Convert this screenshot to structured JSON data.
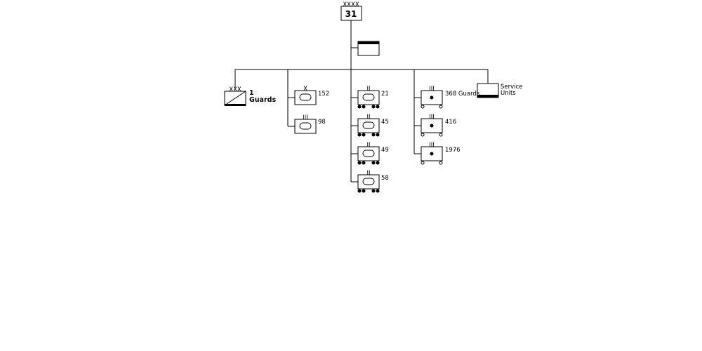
{
  "headquarters": {
    "echelon": "XXXX",
    "label": "31"
  },
  "staff": {
    "label": ""
  },
  "cavalry": {
    "echelon": "XXX",
    "number": "1",
    "name": "Guards"
  },
  "service": {
    "line1": "Service",
    "line2": "Units"
  },
  "armor_units": [
    {
      "echelon": "X",
      "label": "152"
    },
    {
      "echelon": "III",
      "label": "98"
    }
  ],
  "tank_units": [
    {
      "echelon": "II",
      "label": "21"
    },
    {
      "echelon": "II",
      "label": "45"
    },
    {
      "echelon": "II",
      "label": "49"
    },
    {
      "echelon": "II",
      "label": "58"
    }
  ],
  "artillery_units": [
    {
      "echelon": "III",
      "label": "368 Guards"
    },
    {
      "echelon": "III",
      "label": "416"
    },
    {
      "echelon": "III",
      "label": "1976"
    }
  ]
}
